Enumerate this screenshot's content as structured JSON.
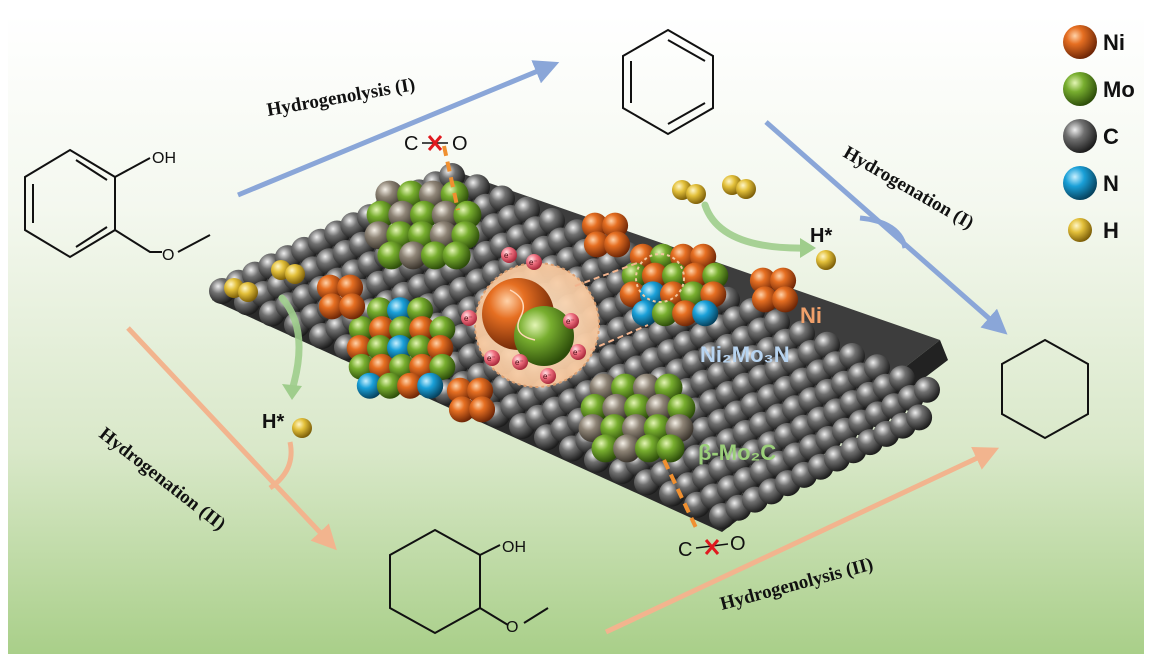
{
  "diagram": {
    "paths": {
      "hydrogenolysis_1": "Hydrogenolysis (I)",
      "hydrogenation_1": "Hydrogenation (I)",
      "hydrogenation_2": "Hydrogenation (II)",
      "hydrogenolysis_2": "Hydrogenolysis (II)"
    },
    "molecule_labels": {
      "guaiacol_oh": "OH",
      "cyclohexanol_oh": "OH"
    },
    "bond_break_labels": {
      "top": {
        "left": "C",
        "right": "O"
      },
      "bottom": {
        "left": "C",
        "right": "O"
      }
    },
    "species": {
      "h_star_left": "H*",
      "h_star_right": "H*",
      "electron": "e⁻"
    },
    "phase_labels": {
      "ni": "Ni",
      "ni2mo3n": "Ni₂Mo₃N",
      "mo2c": "β-Mo₂C"
    },
    "legend": [
      {
        "label": "Ni",
        "color": "#e0601a"
      },
      {
        "label": "Mo",
        "color": "#72a82c"
      },
      {
        "label": "C",
        "color": "#6a6a6a"
      },
      {
        "label": "N",
        "color": "#1a9fd6"
      },
      {
        "label": "H",
        "color": "#e2c13a"
      }
    ],
    "colors": {
      "blue_arrow": "#8aa6d8",
      "orange_arrow": "#f2b48e",
      "green_arrow": "#9fcd8c",
      "ni_label": "#f0a06a",
      "ni2mo3n_label": "#b7d3ef",
      "mo2c_label": "#9bcf7a"
    }
  }
}
